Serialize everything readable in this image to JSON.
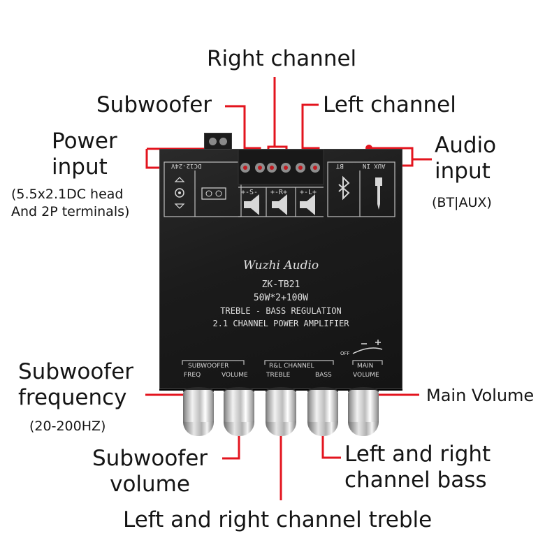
{
  "labels": {
    "right_channel": "Right channel",
    "subwoofer": "Subwoofer",
    "left_channel": "Left channel",
    "power_input": "Power\ninput",
    "power_input_note": "(5.5x2.1DC head\nAnd 2P terminals)",
    "audio_input": "Audio\ninput",
    "audio_input_note": "(BT|AUX)",
    "subwoofer_frequency": "Subwoofer\nfrequency",
    "subwoofer_frequency_note": "(20-200HZ)",
    "main_volume": "Main Volume",
    "subwoofer_volume": "Subwoofer\nvolume",
    "lr_bass": "Left and right\nchannel bass",
    "lr_treble": "Left and right channel treble"
  },
  "board": {
    "brand": "Wuzhi Audio",
    "model": "ZK-TB21",
    "power_rating": "50W*2+100W",
    "feature_1": "TREBLE - BASS REGULATION",
    "feature_2": "2.1 CHANNEL POWER AMPLIFIER",
    "dc_label": "DC12-24V",
    "aux_label": "AUX IN",
    "bt_label": "BT",
    "speaker_s": "+-S-",
    "speaker_r": "+-R+",
    "speaker_l": "+-L+",
    "group_subwoofer": "SUBWOOFER",
    "group_rl": "R&L CHANNEL",
    "group_main": "MAIN",
    "knob_freq": "FREQ",
    "knob_volume": "VOLUME",
    "knob_treble": "TREBLE",
    "knob_bass": "BASS",
    "knob_main_volume": "VOLUME",
    "off_label": "OFF"
  },
  "colors": {
    "callout_line": "#e3141e",
    "board": "#1e1e1e",
    "silkscreen": "#d8d8d8",
    "terminal": "#1a1a1a"
  }
}
